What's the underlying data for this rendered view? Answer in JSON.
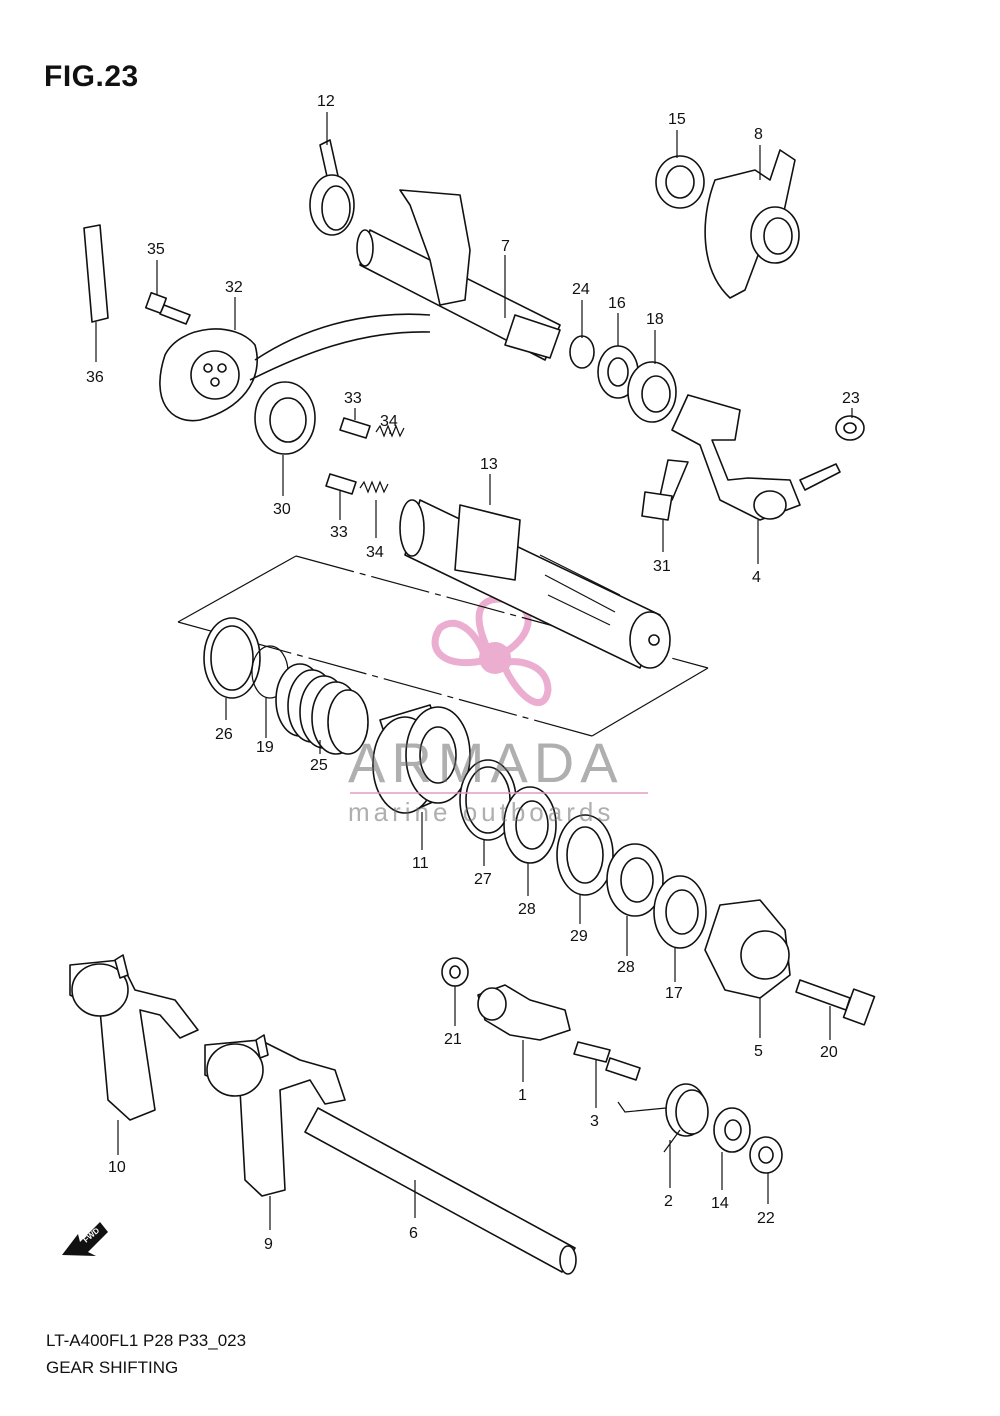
{
  "figure": {
    "title": "FIG.23",
    "model_code": "LT-A400FL1 P28 P33_023",
    "group_name": "GEAR SHIFTING",
    "fwd_label": "FWD"
  },
  "watermark": {
    "brand": "ARMADA",
    "tagline": "marine outboards",
    "logo_color": "#e8a0c8"
  },
  "callouts": [
    {
      "id": "c12",
      "text": "12"
    },
    {
      "id": "c15",
      "text": "15"
    },
    {
      "id": "c8",
      "text": "8"
    },
    {
      "id": "c35",
      "text": "35"
    },
    {
      "id": "c32",
      "text": "32"
    },
    {
      "id": "c7",
      "text": "7"
    },
    {
      "id": "c24",
      "text": "24"
    },
    {
      "id": "c16",
      "text": "16"
    },
    {
      "id": "c18",
      "text": "18"
    },
    {
      "id": "c36",
      "text": "36"
    },
    {
      "id": "c33a",
      "text": "33"
    },
    {
      "id": "c34a",
      "text": "34"
    },
    {
      "id": "c23",
      "text": "23"
    },
    {
      "id": "c13",
      "text": "13"
    },
    {
      "id": "c30",
      "text": "30"
    },
    {
      "id": "c33b",
      "text": "33"
    },
    {
      "id": "c34b",
      "text": "34"
    },
    {
      "id": "c31",
      "text": "31"
    },
    {
      "id": "c4",
      "text": "4"
    },
    {
      "id": "c26",
      "text": "26"
    },
    {
      "id": "c19",
      "text": "19"
    },
    {
      "id": "c25",
      "text": "25"
    },
    {
      "id": "c11",
      "text": "11"
    },
    {
      "id": "c27",
      "text": "27"
    },
    {
      "id": "c28a",
      "text": "28"
    },
    {
      "id": "c29",
      "text": "29"
    },
    {
      "id": "c28b",
      "text": "28"
    },
    {
      "id": "c17",
      "text": "17"
    },
    {
      "id": "c5",
      "text": "5"
    },
    {
      "id": "c20",
      "text": "20"
    },
    {
      "id": "c21",
      "text": "21"
    },
    {
      "id": "c1",
      "text": "1"
    },
    {
      "id": "c3",
      "text": "3"
    },
    {
      "id": "c10",
      "text": "10"
    },
    {
      "id": "c2",
      "text": "2"
    },
    {
      "id": "c14",
      "text": "14"
    },
    {
      "id": "c22",
      "text": "22"
    },
    {
      "id": "c9",
      "text": "9"
    },
    {
      "id": "c6",
      "text": "6"
    }
  ]
}
